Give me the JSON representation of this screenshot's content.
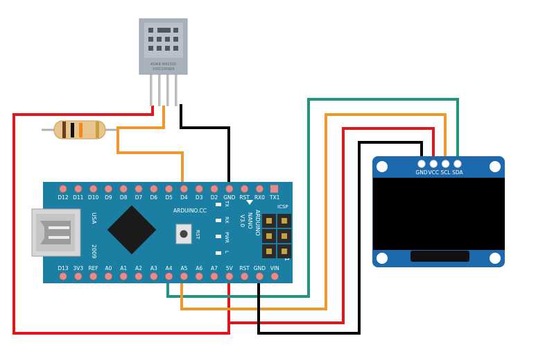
{
  "sensor": {
    "line1": "ASAIR AM2320",
    "line2": "1001200908"
  },
  "nano": {
    "top_pins": [
      "D12",
      "D11",
      "D10",
      "D9",
      "D8",
      "D7",
      "D6",
      "D5",
      "D4",
      "D3",
      "D2",
      "GND",
      "RST",
      "RX0",
      "TX1"
    ],
    "bottom_pins": [
      "D13",
      "3V3",
      "REF",
      "A0",
      "A1",
      "A2",
      "A3",
      "A4",
      "A5",
      "A6",
      "A7",
      "5V",
      "RST",
      "GND",
      "VIN"
    ],
    "usa_label": "USA",
    "year_label": "2009",
    "brand_label": "ARDUINO.CC",
    "rst_button_label": "RST",
    "led_labels": [
      "TX",
      "RX",
      "PWR",
      "L"
    ],
    "name_lines": [
      "ARDUINO",
      "NANO",
      "V3.0"
    ],
    "icsp_label": "ICSP",
    "icsp_marker": "1"
  },
  "oled": {
    "pin_labels": [
      "GND",
      "VCC",
      "SCL",
      "SDA"
    ]
  },
  "colors": {
    "board_blue": "#1b7fa3",
    "wire_red": "#e4141b",
    "wire_orange": "#f0972e",
    "wire_black": "#000000",
    "wire_teal": "#1f9483",
    "oled_blue": "#1d69ad",
    "pin_pink": "#e98c87"
  }
}
